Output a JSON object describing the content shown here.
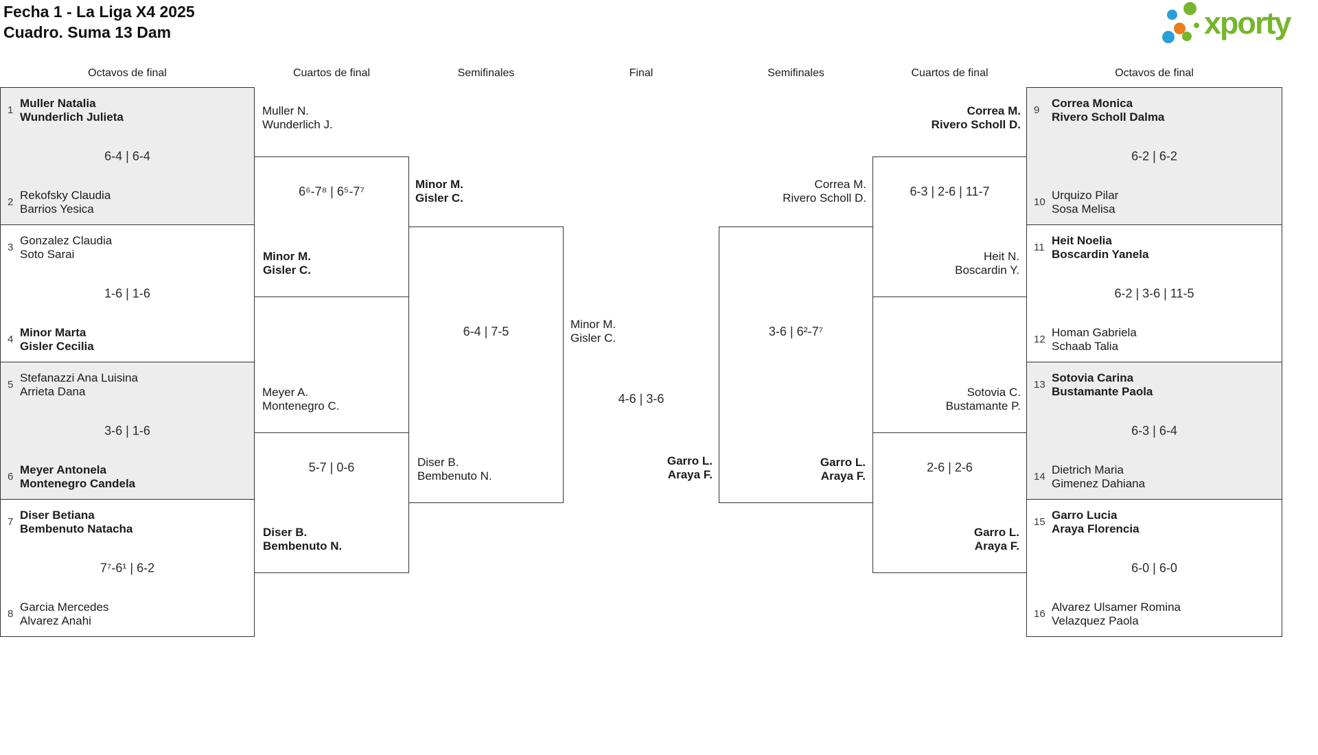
{
  "header": {
    "title_line1": "Fecha 1 - La Liga X4 2025",
    "title_line2": "Cuadro. Suma 13 Dam"
  },
  "logo": {
    "text": "xporty"
  },
  "round_headers": {
    "left_octavos": "Octavos de final",
    "left_cuartos": "Cuartos de final",
    "left_semis": "Semifinales",
    "final": "Final",
    "right_semis": "Semifinales",
    "right_cuartos": "Cuartos de final",
    "right_octavos": "Octavos de final"
  },
  "colors": {
    "logo_green": "#76b62c",
    "logo_blue": "#2b9fd8",
    "logo_orange": "#e77f1e",
    "shaded_row": "#ededed",
    "border": "#333333"
  },
  "octavos_left": [
    {
      "seed_top": "1",
      "top_line1": "Muller Natalia",
      "top_line2": "Wunderlich Julieta",
      "score": "6-4 | 6-4",
      "seed_bottom": "2",
      "bottom_line1": "Rekofsky Claudia",
      "bottom_line2": "Barrios Yesica"
    },
    {
      "seed_top": "3",
      "top_line1": "Gonzalez Claudia",
      "top_line2": "Soto Sarai",
      "score": "1-6 | 1-6",
      "seed_bottom": "4",
      "bottom_line1": "Minor Marta",
      "bottom_line2": "Gisler Cecilia"
    },
    {
      "seed_top": "5",
      "top_line1": "Stefanazzi Ana Luisina",
      "top_line2": "Arrieta Dana",
      "score": "3-6 | 1-6",
      "seed_bottom": "6",
      "bottom_line1": "Meyer Antonela",
      "bottom_line2": "Montenegro Candela"
    },
    {
      "seed_top": "7",
      "top_line1": "Diser Betiana",
      "top_line2": "Bembenuto Natacha",
      "score": "7⁷-6¹ | 6-2",
      "seed_bottom": "8",
      "bottom_line1": "Garcia Mercedes",
      "bottom_line2": "Alvarez Anahi"
    }
  ],
  "cuartos_left": [
    {
      "top_line1": "Muller N.",
      "top_line2": "Wunderlich J.",
      "score": "6⁶-7⁸ | 6⁵-7⁷",
      "bottom_line1": "Minor M.",
      "bottom_line2": "Gisler C."
    },
    {
      "top_line1": "Meyer A.",
      "top_line2": "Montenegro C.",
      "score": "5-7 | 0-6",
      "bottom_line1": "Diser B.",
      "bottom_line2": "Bembenuto N."
    }
  ],
  "semifinal_left": {
    "top_line1": "Minor M.",
    "top_line2": "Gisler C.",
    "score": "6-4 | 7-5",
    "bottom_line1": "Diser B.",
    "bottom_line2": "Bembenuto N."
  },
  "final": {
    "left_line1": "Minor M.",
    "left_line2": "Gisler C.",
    "score": "4-6 | 3-6",
    "right_line1": "Garro L.",
    "right_line2": "Araya F."
  },
  "semifinal_right": {
    "top_line1": "Correa M.",
    "top_line2": "Rivero Scholl D.",
    "score": "3-6 | 6²-7⁷",
    "bottom_line1": "Garro L.",
    "bottom_line2": "Araya F."
  },
  "cuartos_right": [
    {
      "top_line1": "Correa M.",
      "top_line2": "Rivero Scholl D.",
      "score": "6-3 | 2-6 | 11-7",
      "bottom_line1": "Heit N.",
      "bottom_line2": "Boscardin Y."
    },
    {
      "top_line1": "Sotovia C.",
      "top_line2": "Bustamante P.",
      "score": "2-6 | 2-6",
      "bottom_line1": "Garro L.",
      "bottom_line2": "Araya F."
    }
  ],
  "octavos_right": [
    {
      "seed_top": "9",
      "top_line1": "Correa Monica",
      "top_line2": "Rivero Scholl Dalma",
      "score": "6-2 | 6-2",
      "seed_bottom": "10",
      "bottom_line1": "Urquizo Pilar",
      "bottom_line2": "Sosa Melisa"
    },
    {
      "seed_top": "11",
      "top_line1": "Heit Noelia",
      "top_line2": "Boscardin Yanela",
      "score": "6-2 | 3-6 | 11-5",
      "seed_bottom": "12",
      "bottom_line1": "Homan Gabriela",
      "bottom_line2": "Schaab Talia"
    },
    {
      "seed_top": "13",
      "top_line1": "Sotovia Carina",
      "top_line2": "Bustamante Paola",
      "score": "6-3 | 6-4",
      "seed_bottom": "14",
      "bottom_line1": "Dietrich Maria",
      "bottom_line2": "Gimenez Dahiana"
    },
    {
      "seed_top": "15",
      "top_line1": "Garro Lucia",
      "top_line2": "Araya Florencia",
      "score": "6-0 | 6-0",
      "seed_bottom": "16",
      "bottom_line1": "Alvarez Ulsamer Romina",
      "bottom_line2": "Velazquez Paola"
    }
  ]
}
